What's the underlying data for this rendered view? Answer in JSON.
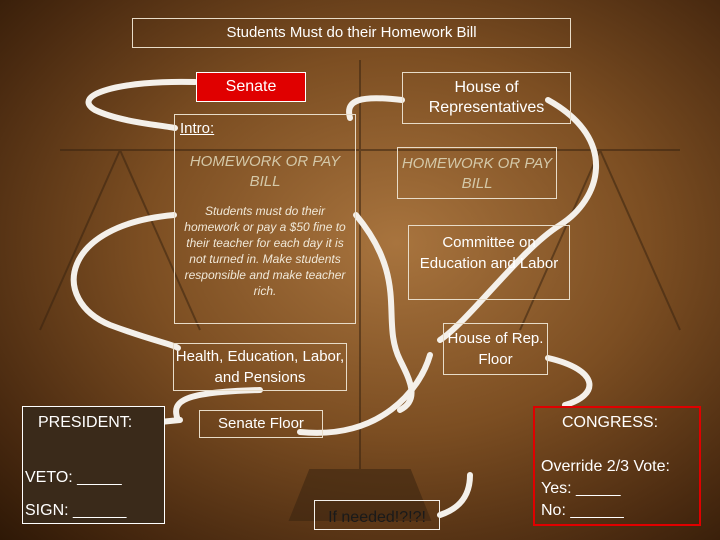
{
  "title": "Students Must do their Homework Bill",
  "senate": {
    "label": "Senate",
    "intro_label": "Intro:",
    "bill_name": "HOMEWORK OR PAY BILL",
    "description": "Students must do their homework or pay a $50 fine to their teacher for each day it is not turned in. Make students responsible and make teacher rich.",
    "committee": "Health, Education, Labor, and Pensions",
    "floor": "Senate Floor"
  },
  "house": {
    "label": "House of Representatives",
    "bill_name": "HOMEWORK OR PAY BILL",
    "committee": "Committee on Education and Labor",
    "floor": "House of Rep. Floor"
  },
  "president": {
    "label": "PRESIDENT:",
    "veto": "VETO: _____",
    "sign": "SIGN: ______"
  },
  "congress": {
    "label": "CONGRESS:",
    "override": "Override 2/3 Vote:",
    "yes": "Yes: _____",
    "no": "No: ______"
  },
  "if_needed": "If needed!?!?!",
  "colors": {
    "background": "#7c4e22",
    "senate_fill": "#e00000",
    "box_border": "#e8dcc8",
    "bill_text": "#d4c8a8",
    "if_needed_text": "#1a1a1a"
  }
}
